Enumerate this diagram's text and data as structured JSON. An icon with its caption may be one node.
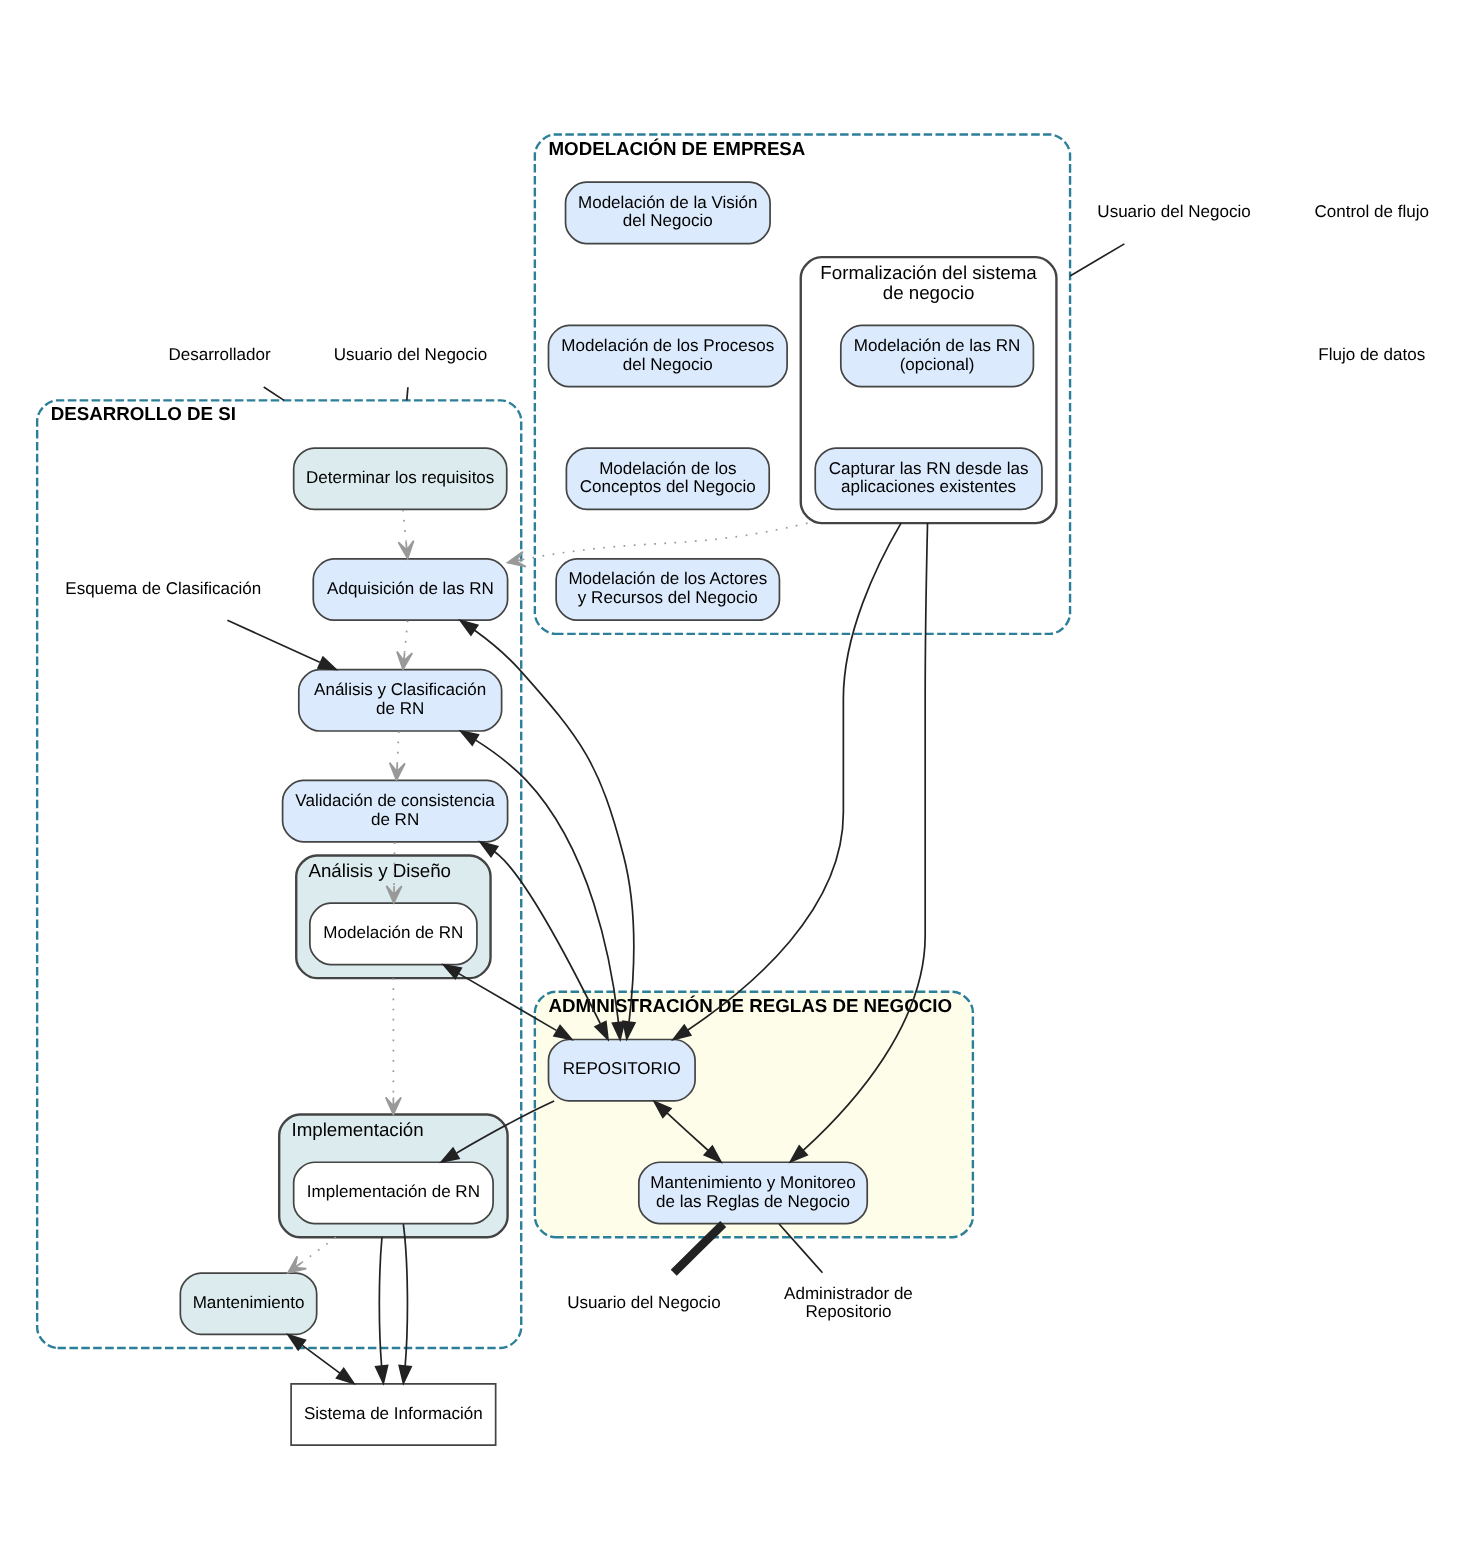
{
  "diagram": {
    "nodes": [
      {
        "text": [
          "ADMINISTRACIÓN DE REGLAS DE NEGOCIO"
        ]
      },
      {
        "text": [
          "MODELACIÓN DE EMPRESA"
        ]
      },
      {
        "text": [
          "Formalización del sistema de negocio"
        ],
        "in": 1
      },
      {
        "text": [
          "Modelación de las RN (opcional)"
        ],
        "in": 2
      },
      {
        "text": [
          "Capturar las RN desde las aplicaciones existentes"
        ],
        "in": 2
      },
      {
        "text": [
          "Modelación de la Visión del Negocio"
        ],
        "in": 1
      },
      {
        "text": [
          "Modelación de los Procesos del Negocio"
        ],
        "in": 1
      },
      {
        "text": [
          "Modelación de los Conceptos del Negocio"
        ],
        "in": 1
      },
      {
        "text": [
          "Modelación de los Actores y Recursos del Negocio"
        ],
        "in": 1
      },
      {
        "text": [
          "DESARROLLO DE SI"
        ]
      },
      {
        "text": [
          "Determinar los requisitos"
        ],
        "in": 9
      },
      {
        "text": [
          "Adquisición de las RN"
        ],
        "in": 9
      },
      {
        "text": [
          "Análisis y Clasificación de RN"
        ],
        "in": 9
      },
      {
        "text": [
          "Validación de consistencia de RN"
        ],
        "in": 9
      },
      {
        "text": [
          "Análisis y Diseño"
        ],
        "in": 9
      },
      {
        "text": [
          "Modelación de RN"
        ],
        "in": 14
      },
      {
        "text": [
          "Implementación"
        ],
        "in": 9
      },
      {
        "text": [
          "Implementación de RN"
        ],
        "in": 16
      },
      {
        "text": [
          "Mantenimiento"
        ],
        "in": 9
      },
      {
        "text": [
          "Esquema de Clasificación"
        ],
        "in": 9
      },
      {
        "text": [
          "REPOSITORIO"
        ],
        "in": 0
      },
      {
        "text": [
          "Mantenimiento y Monitoreo de las Reglas de Negocio"
        ],
        "in": 0
      },
      {
        "text": [
          "Usuario del Negocio"
        ]
      },
      {
        "text": [
          "Desarrollador"
        ]
      },
      {
        "text": [
          "Usuario del Negocio"
        ]
      },
      {
        "text": [
          "Usuario del Negocio"
        ]
      },
      {
        "text": [
          "Administrador de Repositorio"
        ]
      },
      {
        "text": [
          "Sistema de Información"
        ]
      }
    ],
    "edges": [
      {
        "from": 22,
        "to": 1,
        "arrow": "none"
      },
      {
        "from": 23,
        "to": 9,
        "arrow": "none"
      },
      {
        "from": 24,
        "to": 9,
        "arrow": "none"
      },
      {
        "from": 2,
        "to": 11,
        "arrow": "to",
        "style": "dashed",
        "color": "#999999"
      },
      {
        "from": 10,
        "to": 11,
        "arrow": "to",
        "style": "dashed",
        "color": "#999999"
      },
      {
        "from": 11,
        "to": 12,
        "arrow": "to",
        "style": "dashed",
        "color": "#999999"
      },
      {
        "from": 12,
        "to": 13,
        "arrow": "to",
        "style": "dashed",
        "color": "#999999"
      },
      {
        "from": 13,
        "to": 15,
        "arrow": "to",
        "style": "dashed",
        "color": "#999999"
      },
      {
        "from": 14,
        "to": 16,
        "arrow": "to",
        "style": "dashed",
        "color": "#999999"
      },
      {
        "from": 16,
        "to": 18,
        "arrow": "to",
        "style": "dashed",
        "color": "#999999"
      },
      {
        "from": 19,
        "to": 12,
        "arrow": "to"
      },
      {
        "from": 11,
        "to": 20,
        "arrow": "both"
      },
      {
        "from": 12,
        "to": 20,
        "arrow": "both"
      },
      {
        "from": 13,
        "to": 20,
        "arrow": "both"
      },
      {
        "from": 15,
        "to": 20,
        "arrow": "both"
      },
      {
        "from": 2,
        "to": 20,
        "arrow": "to"
      },
      {
        "from": 2,
        "to": 21,
        "arrow": "to"
      },
      {
        "from": 20,
        "to": 21,
        "arrow": "both"
      },
      {
        "from": 20,
        "to": 17,
        "arrow": "to"
      },
      {
        "from": 21,
        "to": 25,
        "arrow": "none",
        "style": "thick"
      },
      {
        "from": 21,
        "to": 26,
        "arrow": "none"
      },
      {
        "from": 16,
        "to": 27,
        "arrow": "to"
      },
      {
        "from": 17,
        "to": 27,
        "arrow": "to"
      },
      {
        "from": 18,
        "to": 27,
        "arrow": "both"
      }
    ],
    "legend": [
      {
        "text": "Control de flujo"
      },
      {
        "text": "Flujo de datos"
      }
    ]
  }
}
